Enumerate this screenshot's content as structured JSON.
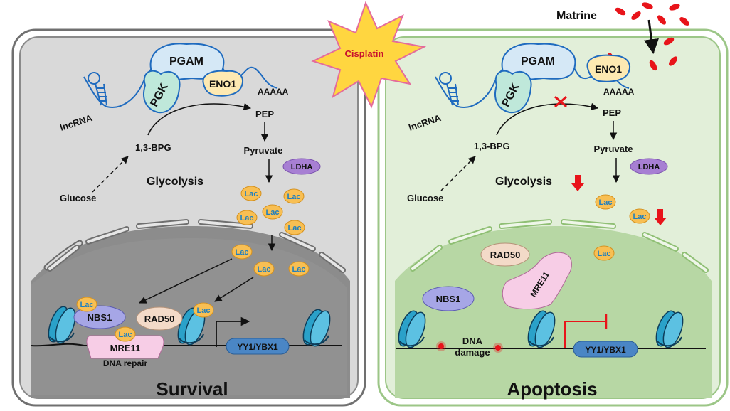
{
  "title_left": "Survival",
  "title_right": "Apoptosis",
  "cisplatin": "Cisplatin",
  "matrine": "Matrine",
  "pgam": "PGAM",
  "pgk": "PGK",
  "eno1": "ENO1",
  "polyA": "AAAAA",
  "lncrna": "lncRNA",
  "bpg": "1,3-BPG",
  "glucose": "Glucose",
  "pep": "PEP",
  "pyruvate": "Pyruvate",
  "ldha": "LDHA",
  "glycolysis": "Glycolysis",
  "lac": "Lac",
  "nbs1": "NBS1",
  "rad50": "RAD50",
  "mre11": "MRE11",
  "dna_repair": "DNA repair",
  "yy1": "YY1/YBX1",
  "dna_damage_1": "DNA",
  "dna_damage_2": "damage",
  "colors": {
    "cell_left": "#d9d9d9",
    "cell_right": "#e2efd9",
    "nucleus_left": "#8c8c8c",
    "nucleus_right": "#b7d7a4",
    "star": "#ffd640",
    "accent_red": "#e8141a",
    "ldha": "#a77fd3",
    "yy1": "#4a86c5"
  }
}
